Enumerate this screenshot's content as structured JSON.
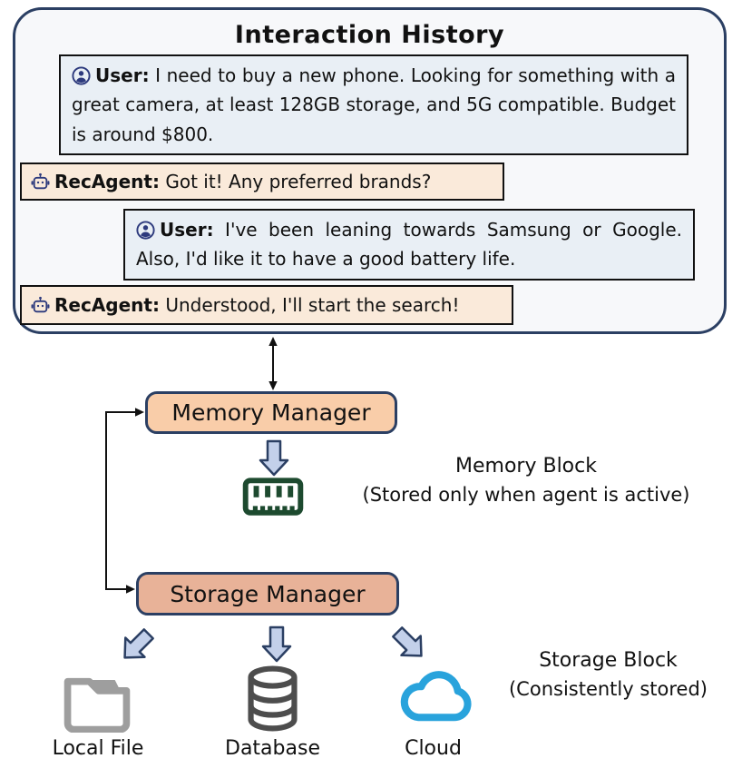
{
  "diagram_title": "Interaction History",
  "chat": {
    "user_label": "User:",
    "agent_label": "RecAgent:",
    "messages": [
      {
        "speaker": "User",
        "text": "I need to buy a new phone. Looking for something with a great camera, at least 128GB storage, and 5G compatible. Budget is around $800."
      },
      {
        "speaker": "RecAgent",
        "text": "Got it! Any preferred brands?"
      },
      {
        "speaker": "User",
        "text": "I've been leaning towards Samsung or Google. Also, I'd like it to have a good battery life."
      },
      {
        "speaker": "RecAgent",
        "text": "Understood, I'll start the search!"
      }
    ]
  },
  "managers": {
    "memory": "Memory Manager",
    "storage": "Storage Manager"
  },
  "memory_block": {
    "title": "Memory Block",
    "subtitle": "(Stored only when agent is active)",
    "icon": "ram-icon"
  },
  "storage_block": {
    "title": "Storage Block",
    "subtitle": "(Consistently stored)",
    "targets": [
      {
        "label": "Local File",
        "icon": "folder-icon"
      },
      {
        "label": "Database",
        "icon": "database-icon"
      },
      {
        "label": "Cloud",
        "icon": "cloud-icon"
      }
    ]
  },
  "colors": {
    "container_border": "#2b3f63",
    "container_bg": "#f7f8fa",
    "user_bubble_bg": "#e9eff5",
    "agent_bubble_bg": "#faeada",
    "memory_manager_bg": "#f9cda9",
    "storage_manager_bg": "#e8b298",
    "block_arrow_fill": "#c3d0ea",
    "ram_green": "#1d4a2f",
    "cloud_blue": "#29a3dc",
    "folder_gray": "#9e9e9e",
    "database_gray": "#4d4d4d",
    "icon_navy": "#2d3a7d",
    "line_black": "#111111"
  }
}
